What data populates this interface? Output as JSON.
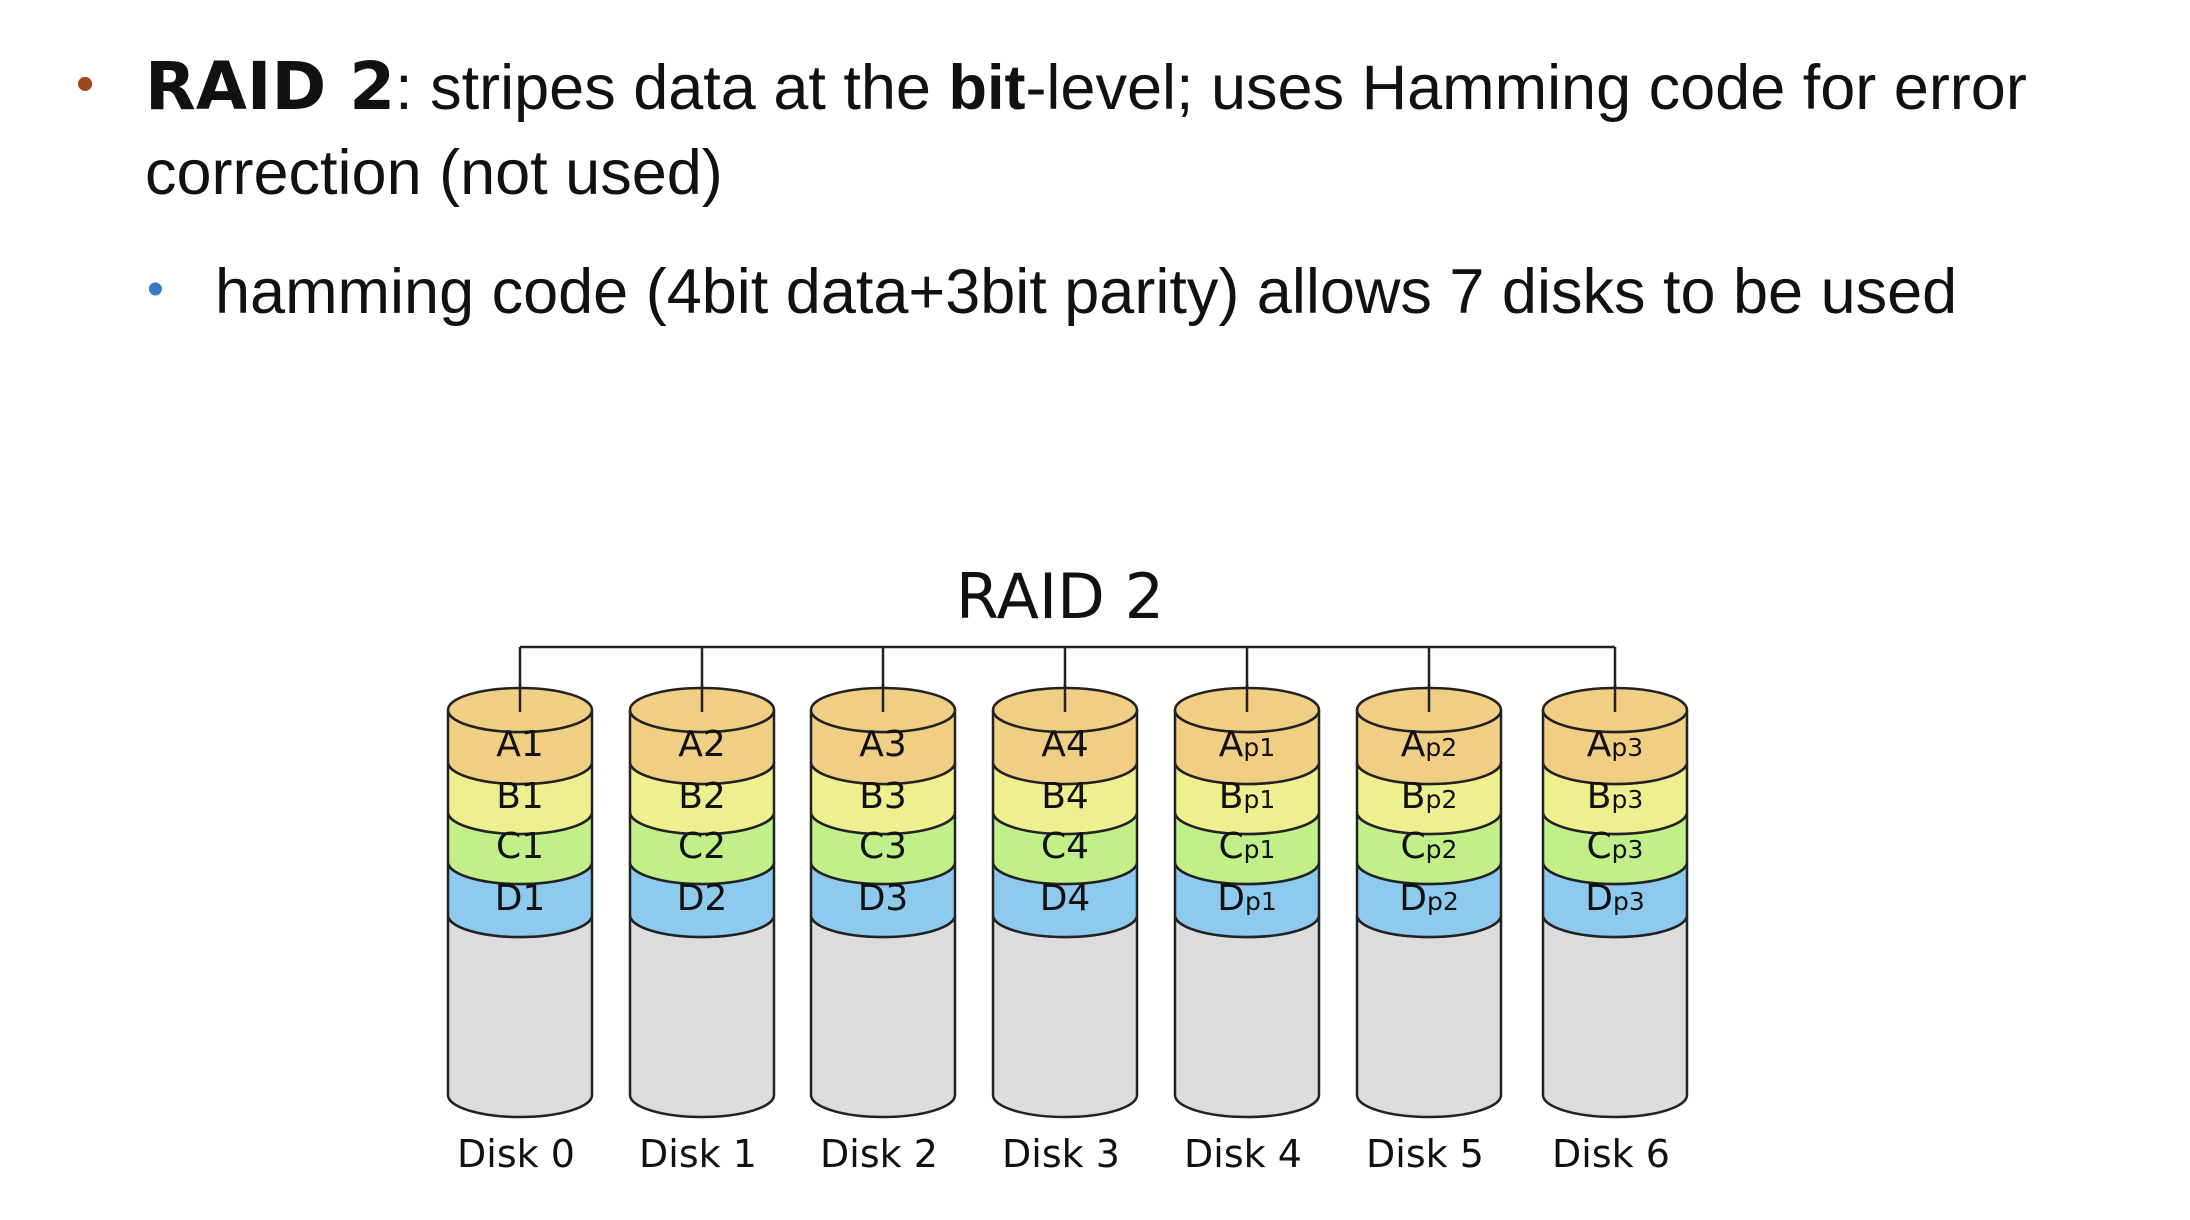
{
  "slide": {
    "bullet1": {
      "marker": "•",
      "marker_color": "#9b4a1c",
      "term": "RAID 2",
      "text_a": ": stripes data at the ",
      "emph": "bit",
      "text_b": "-level; uses Hamming code for error correction (not used)"
    },
    "bullet2": {
      "marker": "•",
      "marker_color": "#3d78c8",
      "text": "hamming code (4bit data+3bit parity) allows 7 disks to be used"
    }
  },
  "diagram": {
    "title": "RAID 2",
    "row_colors": [
      "#f0cf85",
      "#eef08f",
      "#c1f08b",
      "#8ec9ee"
    ],
    "body_color": "#dcdcdc",
    "stroke_color": "#222222",
    "disks": [
      {
        "label": "Disk 0",
        "blocks": [
          {
            "main": "A1",
            "sub": ""
          },
          {
            "main": "B1",
            "sub": ""
          },
          {
            "main": "C1",
            "sub": ""
          },
          {
            "main": "D1",
            "sub": ""
          }
        ]
      },
      {
        "label": "Disk 1",
        "blocks": [
          {
            "main": "A2",
            "sub": ""
          },
          {
            "main": "B2",
            "sub": ""
          },
          {
            "main": "C2",
            "sub": ""
          },
          {
            "main": "D2",
            "sub": ""
          }
        ]
      },
      {
        "label": "Disk 2",
        "blocks": [
          {
            "main": "A3",
            "sub": ""
          },
          {
            "main": "B3",
            "sub": ""
          },
          {
            "main": "C3",
            "sub": ""
          },
          {
            "main": "D3",
            "sub": ""
          }
        ]
      },
      {
        "label": "Disk 3",
        "blocks": [
          {
            "main": "A4",
            "sub": ""
          },
          {
            "main": "B4",
            "sub": ""
          },
          {
            "main": "C4",
            "sub": ""
          },
          {
            "main": "D4",
            "sub": ""
          }
        ]
      },
      {
        "label": "Disk 4",
        "blocks": [
          {
            "main": "A",
            "sub": "p1"
          },
          {
            "main": "B",
            "sub": "p1"
          },
          {
            "main": "C",
            "sub": "p1"
          },
          {
            "main": "D",
            "sub": "p1"
          }
        ]
      },
      {
        "label": "Disk 5",
        "blocks": [
          {
            "main": "A",
            "sub": "p2"
          },
          {
            "main": "B",
            "sub": "p2"
          },
          {
            "main": "C",
            "sub": "p2"
          },
          {
            "main": "D",
            "sub": "p2"
          }
        ]
      },
      {
        "label": "Disk 6",
        "blocks": [
          {
            "main": "A",
            "sub": "p3"
          },
          {
            "main": "B",
            "sub": "p3"
          },
          {
            "main": "C",
            "sub": "p3"
          },
          {
            "main": "D",
            "sub": "p3"
          }
        ]
      }
    ]
  }
}
